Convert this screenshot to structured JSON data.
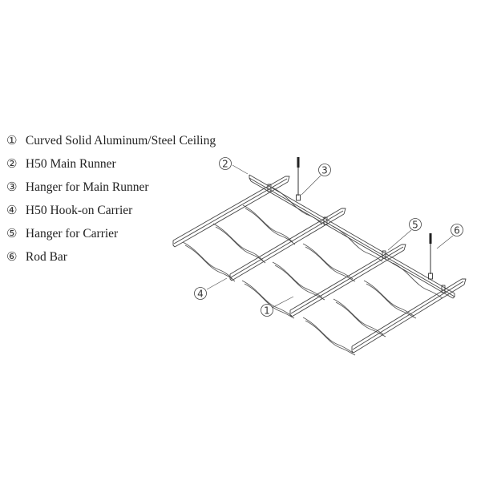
{
  "legend": {
    "items": [
      {
        "num": "①",
        "label": "Curved Solid Aluminum/Steel Ceiling"
      },
      {
        "num": "②",
        "label": "H50 Main Runner"
      },
      {
        "num": "③",
        "label": "Hanger for Main Runner"
      },
      {
        "num": "④",
        "label": "H50 Hook-on Carrier"
      },
      {
        "num": "⑤",
        "label": "Hanger for Carrier"
      },
      {
        "num": "⑥",
        "label": "Rod Bar"
      }
    ]
  },
  "callouts": {
    "c1": "1",
    "c2": "2",
    "c3": "3",
    "c4": "4",
    "c5": "5",
    "c6": "6"
  },
  "colors": {
    "line": "#444444",
    "text": "#222222",
    "background": "#ffffff"
  }
}
